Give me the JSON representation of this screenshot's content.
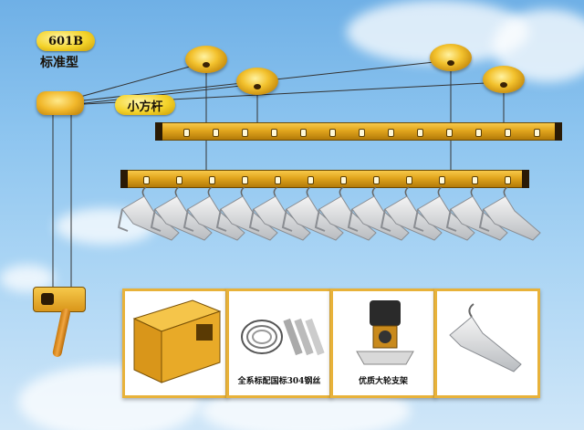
{
  "product": {
    "model": "601B",
    "model_type": "标准型",
    "bar_label": "小方杆"
  },
  "panels": [
    {
      "name": "square-bar-profile",
      "caption": ""
    },
    {
      "name": "steel-wire",
      "caption": "全系标配国标304钢丝"
    },
    {
      "name": "pulley-bracket",
      "caption": "优质大轮支架"
    },
    {
      "name": "hanger",
      "caption": ""
    }
  ],
  "colors": {
    "gold": "#e1a51d",
    "panel_border": "#e8b23a",
    "sky": "#8cc4ef"
  },
  "icons": [
    "pulley-icon",
    "hand-crank-icon",
    "clothes-hanger-icon"
  ]
}
